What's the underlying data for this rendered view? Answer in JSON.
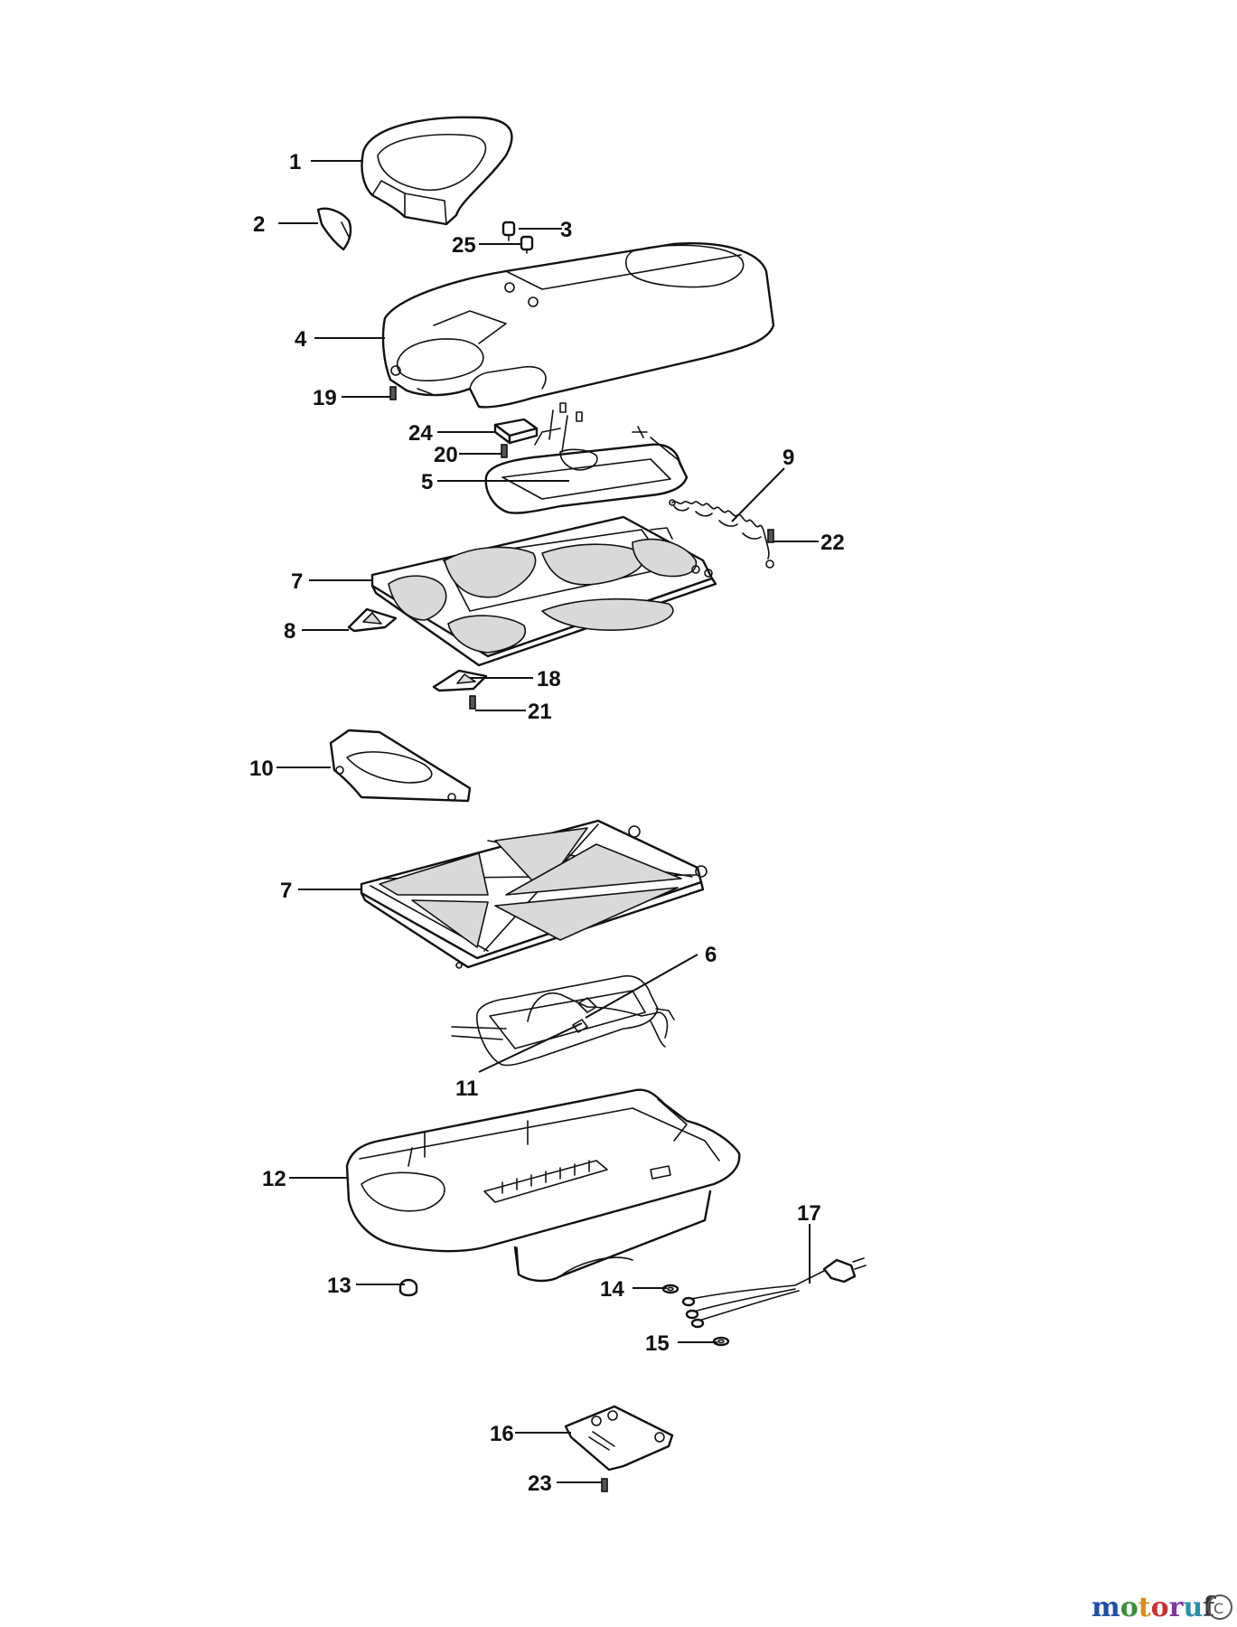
{
  "diagram": {
    "callouts": [
      "1",
      "2",
      "3",
      "25",
      "4",
      "19",
      "24",
      "20",
      "5",
      "9",
      "22",
      "7",
      "8",
      "18",
      "21",
      "10",
      "7",
      "6",
      "11",
      "12",
      "17",
      "13",
      "14",
      "15",
      "16",
      "23"
    ]
  },
  "watermark": {
    "text": "motoruf",
    "colors": [
      "#1f4fa8",
      "#3a8f3a",
      "#d98c1a",
      "#c83232",
      "#7a3aa0",
      "#2a8fb0",
      "#333333"
    ]
  }
}
